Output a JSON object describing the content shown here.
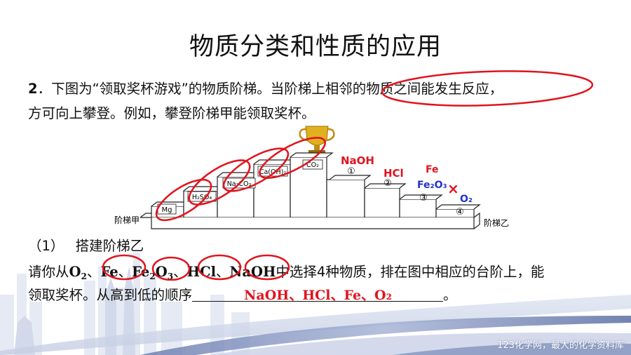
{
  "title": "物质分类和性质的应用",
  "question": {
    "number": "2",
    "line1": "．下图为“领取奖杯游戏”的物质阶梯。当阶梯上相邻的物质之间能发生反应，",
    "line2": "方可向上攀登。例如，攀登阶梯甲能领取奖杯。",
    "part1_label": "（1）",
    "part1_title": "搭建阶梯乙",
    "line3_pre": "请你从",
    "line3_post": "中选择4种物质，排在图中相应的台阶上，能",
    "line4_pre": "领取奖杯。从高到低的顺序",
    "line4_end": "。",
    "answer": "NaOH、HCl、Fe、O₂"
  },
  "choices": {
    "o2": "O",
    "o2_sub": "2",
    "sep": "、",
    "fe": "Fe",
    "fe2o3_a": "Fe",
    "fe2o3_sub1": "2",
    "fe2o3_b": "O",
    "fe2o3_sub2": "3",
    "hcl": "HCl",
    "naoh": "NaOH"
  },
  "stairs": {
    "left_label": "阶梯甲",
    "right_label": "阶梯乙",
    "left_steps": [
      "Mg",
      "H₂SO₄",
      "Na₂CO₃",
      "Ca(OH)₂",
      "CO₂"
    ],
    "right_steps": [
      "①",
      "②",
      "③",
      "④"
    ],
    "right_answers": [
      "NaOH",
      "HCl",
      "Fe",
      "Fe₂O₃",
      "O₂"
    ],
    "wrong_mark": "×"
  },
  "footer": "123化学网，最大的化学资料库",
  "colors": {
    "answer_red": "#e0141e",
    "blue": "#2233cc",
    "ellipse_red": "#e0141e"
  }
}
